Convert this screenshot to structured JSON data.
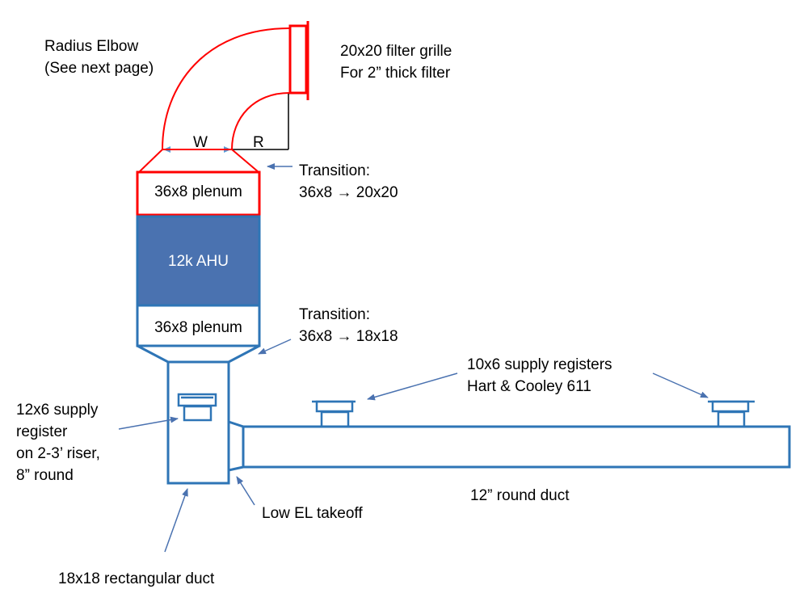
{
  "diagram": {
    "colors": {
      "duct": "#2e75b6",
      "return": "#ff0000",
      "ahu_fill": "#4a72b0",
      "arrow": "#4a72b0",
      "dim": "#000000",
      "dim_arrow": "#5b9bd5"
    },
    "labels": {
      "radius_elbow": [
        "Radius Elbow",
        "(See next page)"
      ],
      "filter_grille": [
        "20x20 filter grille",
        "For 2” thick filter"
      ],
      "dim_w": "W",
      "dim_r": "R",
      "transition_top": [
        "Transition:",
        "36x8 → 20x20"
      ],
      "plenum_top": "36x8 plenum",
      "ahu": "12k AHU",
      "plenum_bottom": "36x8 plenum",
      "transition_bottom": [
        "Transition:",
        "36x8 → 18x18"
      ],
      "supply_registers": [
        "10x6 supply registers",
        "Hart & Cooley 611"
      ],
      "riser_register": [
        "12x6 supply",
        "register",
        "on 2-3’ riser,",
        "8” round"
      ],
      "round_duct": "12” round duct",
      "low_el": "Low EL takeoff",
      "rect_duct": "18x18 rectangular duct"
    }
  }
}
